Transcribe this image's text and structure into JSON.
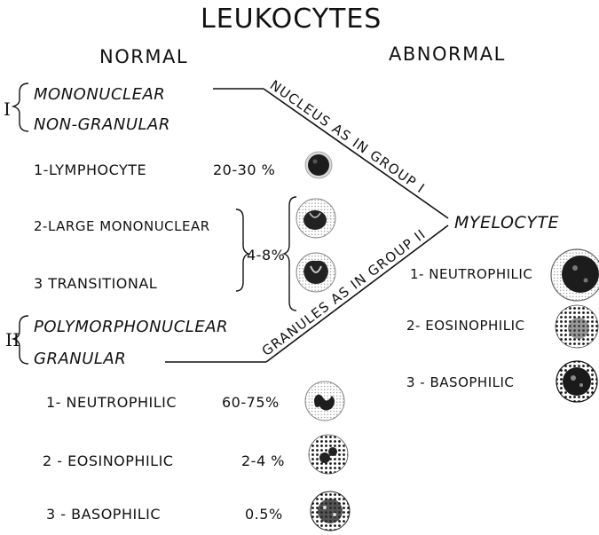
{
  "title": "LEUKOCYTES",
  "normal_header": "NORMAL",
  "abnormal_header": "ABNORMAL",
  "group1": {
    "numeral": "I",
    "line1": "MONONUCLEAR",
    "line2": "NON-GRANULAR",
    "cells": [
      {
        "label": "1-LYMPHOCYTE",
        "percent": "20-30 %"
      },
      {
        "label": "2-LARGE MONONUCLEAR"
      },
      {
        "label": "3 TRANSITIONAL"
      }
    ],
    "combined_percent": "4-8%"
  },
  "group2": {
    "numeral": "II",
    "line1": "POLYMORPHONUCLEAR",
    "line2": "GRANULAR",
    "cells": [
      {
        "label": "1- NEUTROPHILIC",
        "percent": "60-75%"
      },
      {
        "label": "2 - EOSINOPHILIC",
        "percent": "2-4 %"
      },
      {
        "label": "3 - BASOPHILIC",
        "percent": "0.5%"
      }
    ]
  },
  "diagonal_upper": "NUCLEUS AS IN GROUP I",
  "diagonal_lower": "GRANULES AS IN GROUP II",
  "abnormal": {
    "title": "MYELOCYTE",
    "cells": [
      {
        "label": "1- NEUTROPHILIC"
      },
      {
        "label": "2- EOSINOPHILIC"
      },
      {
        "label": "3 - BASOPHILIC"
      }
    ]
  }
}
